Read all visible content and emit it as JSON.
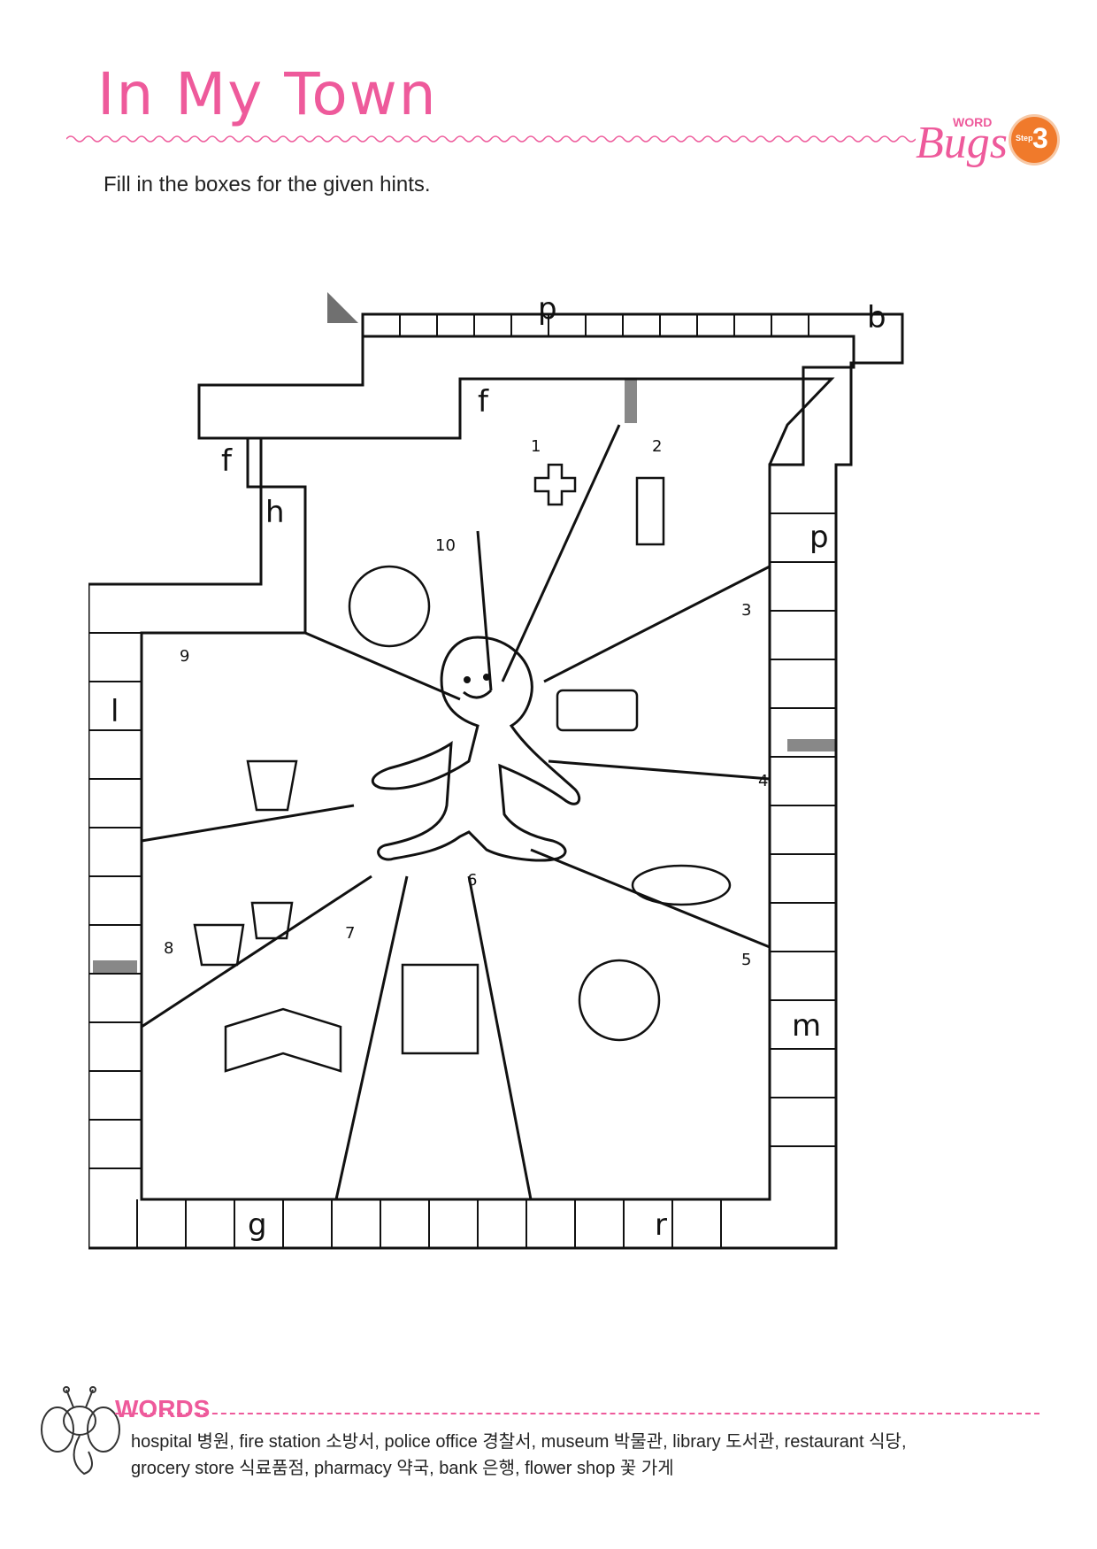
{
  "header": {
    "title": "In My Town",
    "brand_word": "WORD",
    "brand_name": "Bugs",
    "brand_step_label": "Step",
    "brand_step_number": "3"
  },
  "instruction": "Fill in the boxes for the given hints.",
  "puzzle": {
    "clue_letters": [
      "p",
      "b",
      "f",
      "f",
      "h",
      "p",
      "l",
      "m",
      "g",
      "r"
    ],
    "clue_numbers": [
      "1",
      "2",
      "3",
      "4",
      "5",
      "6",
      "7",
      "8",
      "9",
      "10"
    ],
    "picture_items": [
      "hospital",
      "fire station",
      "police office",
      "museum",
      "restaurant",
      "grocery store",
      "library",
      "flower shop",
      "pharmacy",
      "bank"
    ]
  },
  "words": {
    "heading": "WORDS",
    "line1": "hospital 병원, fire station 소방서, police office 경찰서, museum 박물관, library 도서관, restaurant 식당,",
    "line2": "grocery store 식료품점, pharmacy 약국, bank 은행, flower shop 꽃 가게"
  },
  "colors": {
    "accent": "#ee5a9b",
    "badge": "#f07a2b",
    "ink": "#111111"
  }
}
